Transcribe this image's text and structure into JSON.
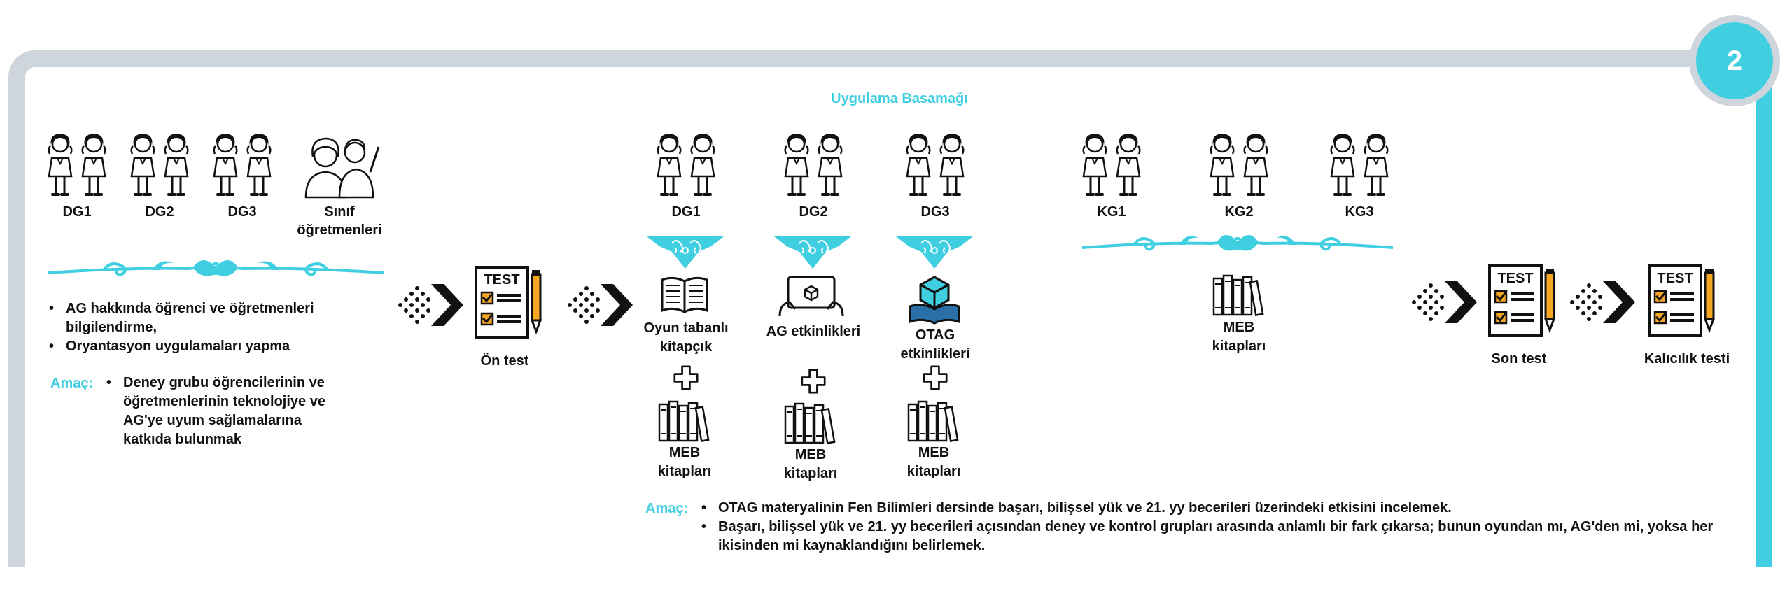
{
  "badge": "2",
  "stage_title": "Uygulama Basamağı",
  "left_groups": [
    "DG1",
    "DG2",
    "DG3"
  ],
  "teacher_label": "Sınıf öğretmenleri",
  "left_bullets": [
    "AG hakkında öğrenci ve öğretmenleri bilgilendirme,",
    "Oryantasyon uygulamaları yapma"
  ],
  "left_aim_label": "Amaç:",
  "left_aim": "Deney grubu öğrencilerinin ve öğretmenlerinin teknolojiye ve AG'ye uyum sağlamalarına katkıda bulunmak",
  "pretest_label": "Ön test",
  "exp_groups": [
    {
      "name": "DG1",
      "material": "Oyun tabanlı kitapçık",
      "icon": "book-icon",
      "books": "MEB kitapları"
    },
    {
      "name": "DG2",
      "material": "AG etkinlikleri",
      "icon": "tablet-ar-icon",
      "books": "MEB kitapları"
    },
    {
      "name": "DG3",
      "material": "OTAG etkinlikleri",
      "icon": "cube-book-icon",
      "books": "MEB kitapları"
    }
  ],
  "control_groups": [
    "KG1",
    "KG2",
    "KG3"
  ],
  "control_books": "MEB kitapları",
  "posttest_label": "Son test",
  "retention_label": "Kalıcılık testi",
  "test_icon_text": "TEST",
  "bottom_aim_label": "Amaç:",
  "bottom_bullets": [
    "OTAG materyalinin Fen Bilimleri dersinde başarı, bilişsel yük ve 21. yy becerileri üzerindeki etkisini incelemek.",
    "Başarı, bilişsel yük ve 21. yy becerileri açısından deney ve kontrol grupları arasında anlamlı bir fark çıkarsa; bunun oyundan mı, AG'den mi, yoksa her ikisinden mi kaynaklandığını belirlemek."
  ],
  "colors": {
    "accent": "#3fcfe0",
    "frame": "#cfd5dc",
    "orange": "#f5a623"
  }
}
